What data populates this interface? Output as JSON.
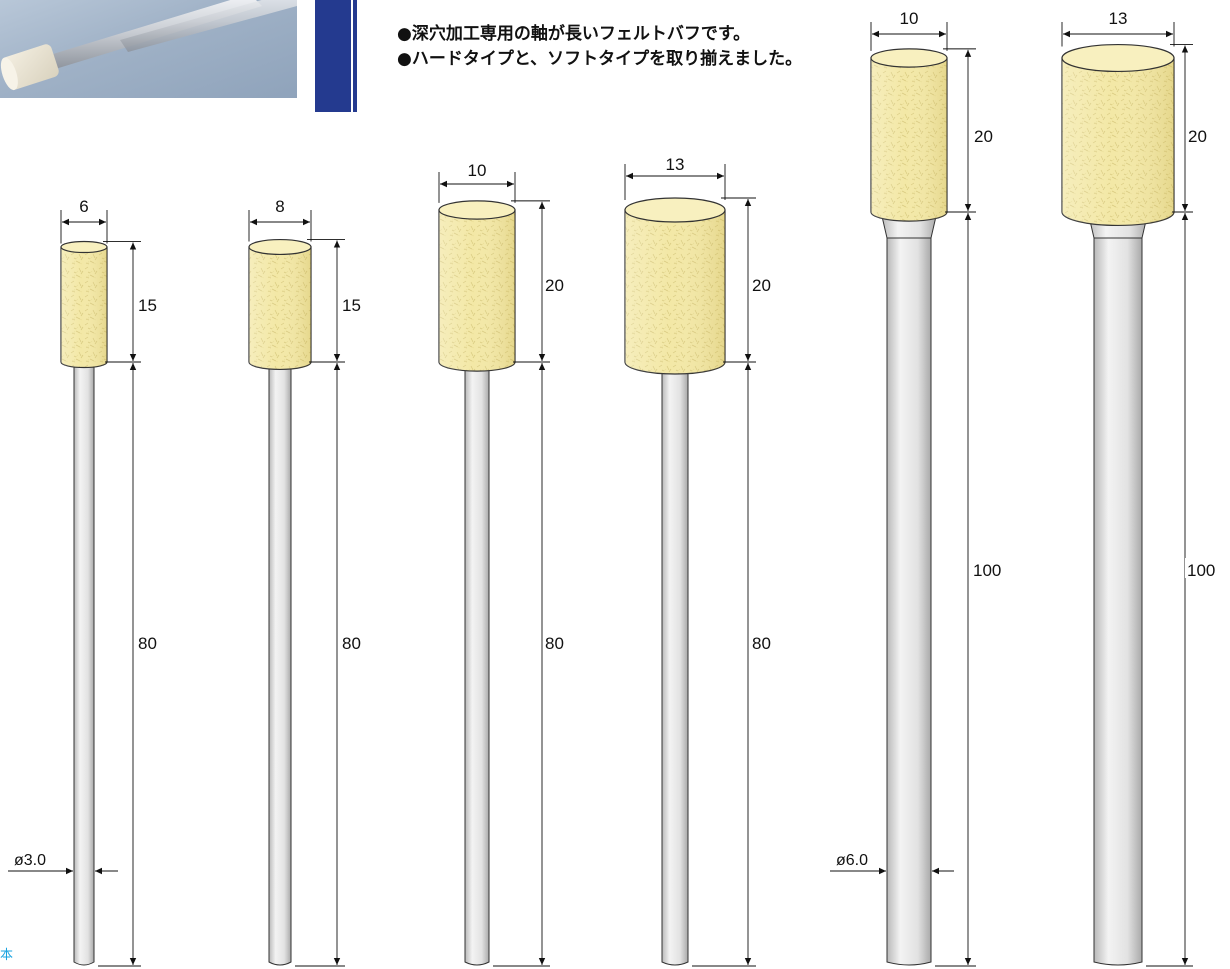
{
  "features": [
    "●深穴加工専用の軸が長いフェルトバフです。",
    "●ハードタイプと、ソフトタイプを取り揃えました。"
  ],
  "corner_glyph": "本",
  "tools": [
    {
      "head_diameter": "6",
      "head_length": "15",
      "shank_length": "80",
      "shank_diameter": "ø3.0"
    },
    {
      "head_diameter": "8",
      "head_length": "15",
      "shank_length": "80",
      "shank_diameter": ""
    },
    {
      "head_diameter": "10",
      "head_length": "20",
      "shank_length": "80",
      "shank_diameter": ""
    },
    {
      "head_diameter": "13",
      "head_length": "20",
      "shank_length": "80",
      "shank_diameter": ""
    },
    {
      "head_diameter": "10",
      "head_length": "20",
      "shank_length": "100",
      "shank_diameter": "ø6.0"
    },
    {
      "head_diameter": "13",
      "head_length": "20",
      "shank_length": "100",
      "shank_diameter": ""
    }
  ],
  "colors": {
    "felt": "#f3e8a6",
    "felt_dark": "#e2cf74",
    "shank": "#e4e4e4",
    "blue_band": "#243a8f",
    "corner_text": "#1aa3e0"
  }
}
